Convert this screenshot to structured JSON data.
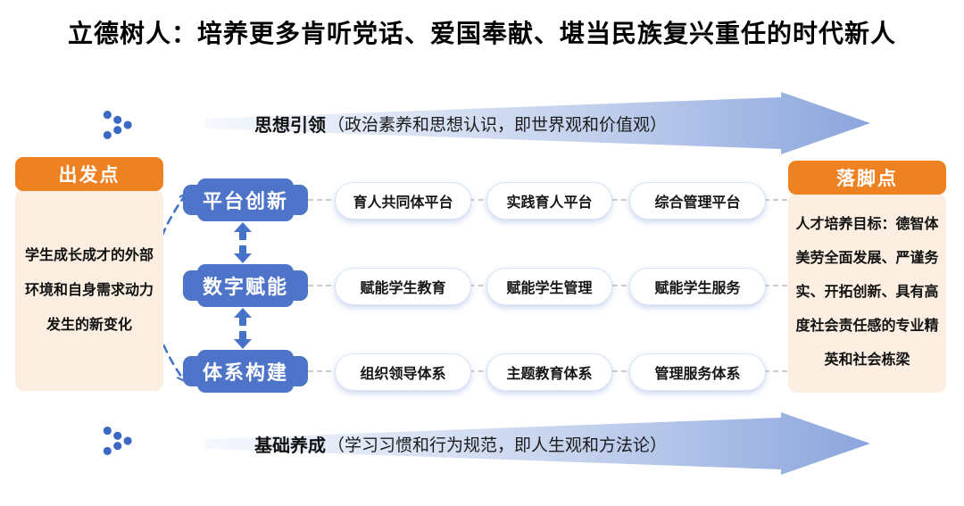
{
  "title": "立德树人：培养更多肯听党话、爱国奉献、堪当民族复兴重任的时代新人",
  "banners": {
    "top": {
      "label": "思想引领",
      "note": "（政治素养和思想认识，即世界观和价值观）"
    },
    "bottom": {
      "label": "基础养成",
      "note": "（学习习惯和行为规范，即人生观和方法论）"
    }
  },
  "left_panel": {
    "header": "出发点",
    "body": "学生成长成才的外部环境和自身需求动力发生的新变化"
  },
  "right_panel": {
    "header": "落脚点",
    "body": "人才培养目标：德智体美劳全面发展、严谨务实、开拓创新、具有高度社会责任感的专业精英和社会栋梁"
  },
  "rows": [
    {
      "label": "平台创新",
      "items": [
        "育人共同体平台",
        "实践育人平台",
        "综合管理平台"
      ]
    },
    {
      "label": "数字赋能",
      "items": [
        "赋能学生教育",
        "赋能学生管理",
        "赋能学生服务"
      ]
    },
    {
      "label": "体系构建",
      "items": [
        "组织领导体系",
        "主题教育体系",
        "管理服务体系"
      ]
    }
  ],
  "icons": {
    "left_of_banners": "dots-chevron-icon",
    "between_rows": "double-vertical-arrow-icon",
    "left_of_rows": "curved-double-arrow-icon"
  },
  "colors": {
    "box_blue": "#4d74c8",
    "arrow_blue_strong": "#8ba5dd",
    "arrow_blue_faint": "#f5f8fd",
    "dashed_curve_blue": "#4573c5",
    "orange": "#ee8122",
    "panel_cream": "#fcefe2",
    "pill_border": "#d9e2f6",
    "connector_gray": "#cbcbcb"
  }
}
